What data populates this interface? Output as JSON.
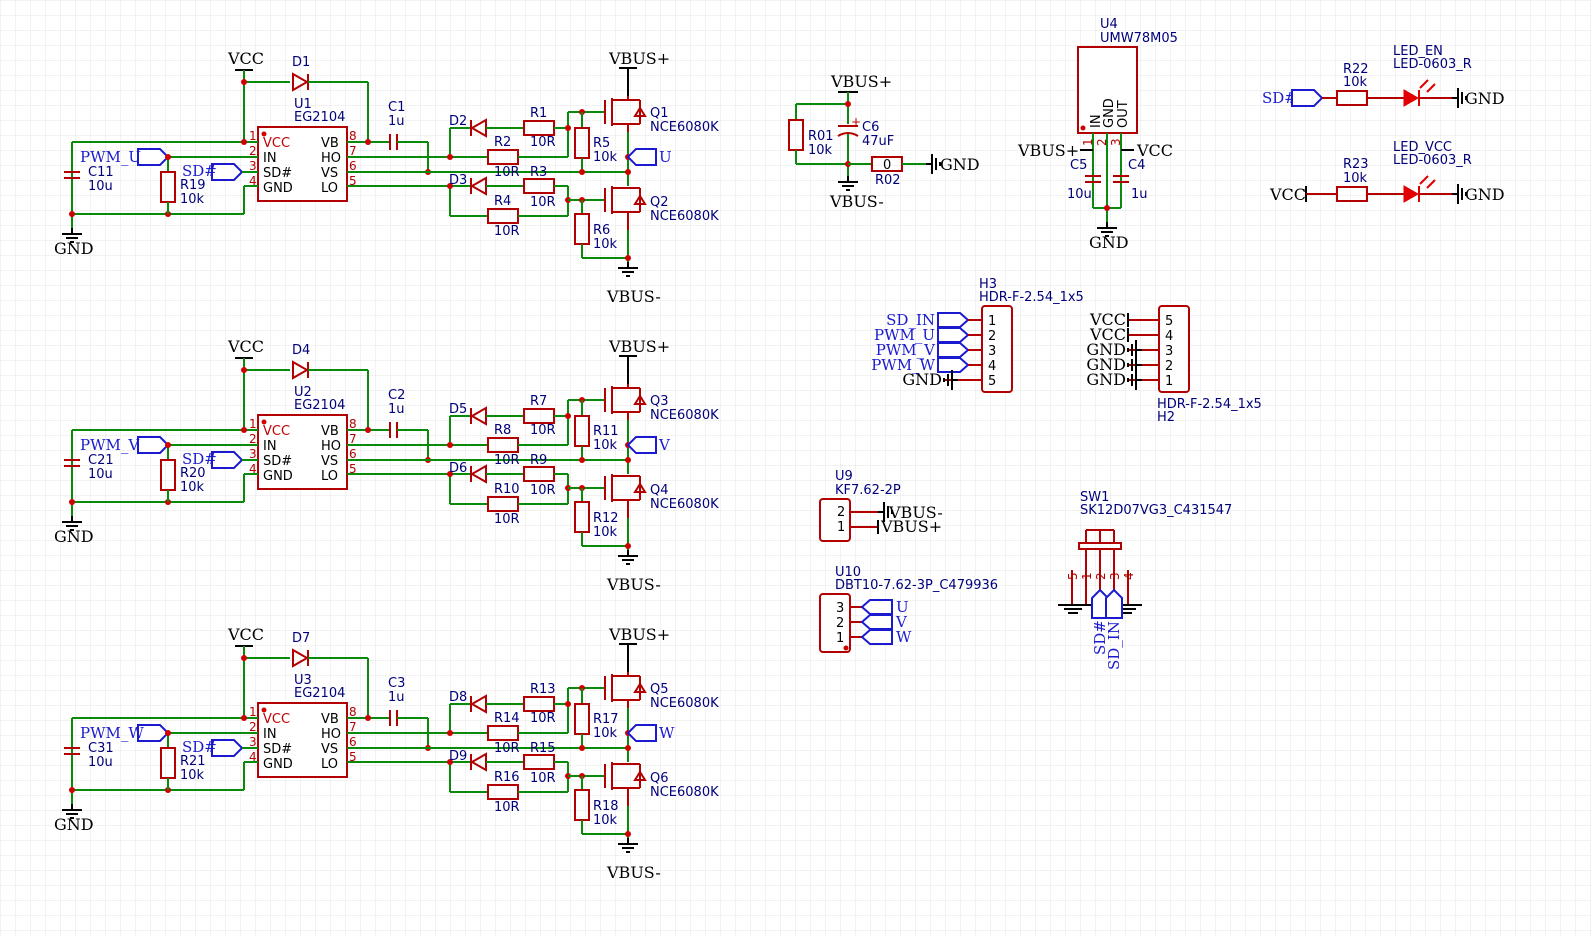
{
  "grid": {
    "color": "#e4e4e4"
  },
  "colors": {
    "wire": "#0a8a0a",
    "part": "#b30000",
    "net_flag": "#1a1ad0",
    "text": "#00007a"
  },
  "phases": [
    {
      "id": "u",
      "vcc": "VCC",
      "gnd": "GND",
      "vbus_p": "VBUS+",
      "vbus_n": "VBUS-",
      "diode_boot": "D1",
      "driver_ref": "U1",
      "driver_part": "EG2104",
      "pins_left": [
        "VCC",
        "IN",
        "SD#",
        "GND"
      ],
      "pins_right": [
        "VB",
        "HO",
        "VS",
        "LO"
      ],
      "pinnum_left": [
        "1",
        "2",
        "3",
        "4"
      ],
      "pinnum_right": [
        "8",
        "7",
        "6",
        "5"
      ],
      "cap_in_ref": "C11",
      "cap_in_val": "10u",
      "pwm": "PWM_U",
      "sd": "SD#",
      "r_pull_ref": "R19",
      "r_pull_val": "10k",
      "cap_boot_ref": "C1",
      "cap_boot_val": "1u",
      "d_hi": "D2",
      "d_lo": "D3",
      "r_a_ref": "R1",
      "r_a_val": "10R",
      "r_b_ref": "R2",
      "r_b_val": "10R",
      "r_c_ref": "R3",
      "r_c_val": "10R",
      "r_d_ref": "R4",
      "r_d_val": "10R",
      "r_gs_hi_ref": "R5",
      "r_gs_hi_val": "10k",
      "r_gs_lo_ref": "R6",
      "r_gs_lo_val": "10k",
      "q_hi_ref": "Q1",
      "q_lo_ref": "Q2",
      "q_part": "NCE6080K",
      "out": "U"
    },
    {
      "id": "v",
      "vcc": "VCC",
      "gnd": "GND",
      "vbus_p": "VBUS+",
      "vbus_n": "VBUS-",
      "diode_boot": "D4",
      "driver_ref": "U2",
      "driver_part": "EG2104",
      "pins_left": [
        "VCC",
        "IN",
        "SD#",
        "GND"
      ],
      "pins_right": [
        "VB",
        "HO",
        "VS",
        "LO"
      ],
      "pinnum_left": [
        "1",
        "2",
        "3",
        "4"
      ],
      "pinnum_right": [
        "8",
        "7",
        "6",
        "5"
      ],
      "cap_in_ref": "C21",
      "cap_in_val": "10u",
      "pwm": "PWM_V",
      "sd": "SD#",
      "r_pull_ref": "R20",
      "r_pull_val": "10k",
      "cap_boot_ref": "C2",
      "cap_boot_val": "1u",
      "d_hi": "D5",
      "d_lo": "D6",
      "r_a_ref": "R7",
      "r_a_val": "10R",
      "r_b_ref": "R8",
      "r_b_val": "10R",
      "r_c_ref": "R9",
      "r_c_val": "10R",
      "r_d_ref": "R10",
      "r_d_val": "10R",
      "r_gs_hi_ref": "R11",
      "r_gs_hi_val": "10k",
      "r_gs_lo_ref": "R12",
      "r_gs_lo_val": "10k",
      "q_hi_ref": "Q3",
      "q_lo_ref": "Q4",
      "q_part": "NCE6080K",
      "out": "V"
    },
    {
      "id": "w",
      "vcc": "VCC",
      "gnd": "GND",
      "vbus_p": "VBUS+",
      "vbus_n": "VBUS-",
      "diode_boot": "D7",
      "driver_ref": "U3",
      "driver_part": "EG2104",
      "pins_left": [
        "VCC",
        "IN",
        "SD#",
        "GND"
      ],
      "pins_right": [
        "VB",
        "HO",
        "VS",
        "LO"
      ],
      "pinnum_left": [
        "1",
        "2",
        "3",
        "4"
      ],
      "pinnum_right": [
        "8",
        "7",
        "6",
        "5"
      ],
      "cap_in_ref": "C31",
      "cap_in_val": "10u",
      "pwm": "PWM_W",
      "sd": "SD#",
      "r_pull_ref": "R21",
      "r_pull_val": "10k",
      "cap_boot_ref": "C3",
      "cap_boot_val": "1u",
      "d_hi": "D8",
      "d_lo": "D9",
      "r_a_ref": "R13",
      "r_a_val": "10R",
      "r_b_ref": "R14",
      "r_b_val": "10R",
      "r_c_ref": "R15",
      "r_c_val": "10R",
      "r_d_ref": "R16",
      "r_d_val": "10R",
      "r_gs_hi_ref": "R17",
      "r_gs_hi_val": "10k",
      "r_gs_lo_ref": "R18",
      "r_gs_lo_val": "10k",
      "q_hi_ref": "Q5",
      "q_lo_ref": "Q6",
      "q_part": "NCE6080K",
      "out": "W"
    }
  ],
  "bulk": {
    "vbus_p": "VBUS+",
    "vbus_n": "VBUS-",
    "gnd": "GND",
    "r_ref": "R01",
    "r_val": "10k",
    "c_ref": "C6",
    "c_val": "47uF",
    "r0_ref": "R02",
    "r0_val": "0"
  },
  "regulator": {
    "ref": "U4",
    "part": "UMW78M05",
    "pin_names": [
      "IN",
      "GND",
      "OUT"
    ],
    "pin_nums": [
      "1",
      "2",
      "3"
    ],
    "vin": "VBUS+",
    "vout": "VCC",
    "gnd": "GND",
    "c_in_ref": "C5",
    "c_in_val": "10u",
    "c_out_ref": "C4",
    "c_out_val": "1u"
  },
  "leds": [
    {
      "net": "SD#",
      "r_ref": "R22",
      "r_val": "10k",
      "led_ref": "LED_EN",
      "led_part": "LED-0603_R",
      "gnd": "GND"
    },
    {
      "net": "VCC",
      "r_ref": "R23",
      "r_val": "10k",
      "led_ref": "LED_VCC",
      "led_part": "LED-0603_R",
      "gnd": "GND"
    }
  ],
  "h3": {
    "ref": "H3",
    "part": "HDR-F-2.54_1x5",
    "nets": [
      "SD_IN",
      "PWM_U",
      "PWM_V",
      "PWM_W",
      "GND"
    ],
    "pins": [
      "1",
      "2",
      "3",
      "4",
      "5"
    ]
  },
  "h2": {
    "ref": "H2",
    "part": "HDR-F-2.54_1x5",
    "nets": [
      "VCC",
      "VCC",
      "GND",
      "GND",
      "GND"
    ],
    "pins": [
      "5",
      "4",
      "3",
      "2",
      "1"
    ]
  },
  "u9": {
    "ref": "U9",
    "part": "KF7.62-2P",
    "pins": [
      "2",
      "1"
    ],
    "nets": [
      "VBUS-",
      "VBUS+"
    ]
  },
  "u10": {
    "ref": "U10",
    "part": "DBT10-7.62-3P_C479936",
    "pins": [
      "3",
      "2",
      "1"
    ],
    "nets": [
      "U",
      "V",
      "W"
    ]
  },
  "sw1": {
    "ref": "SW1",
    "part": "SK12D07VG3_C431547",
    "pins": [
      "5",
      "1",
      "2",
      "3",
      "4"
    ],
    "nets": [
      "SD#",
      "SD_IN"
    ]
  }
}
